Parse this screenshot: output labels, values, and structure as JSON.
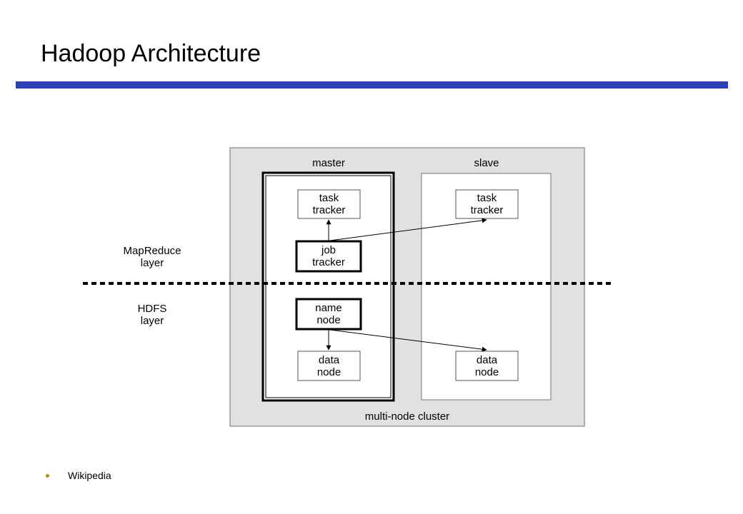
{
  "slide": {
    "title": "Hadoop Architecture",
    "rule_color": "#2d3fb4",
    "caption": "Wikipedia"
  },
  "diagram": {
    "cluster_label": "multi-node cluster",
    "master_label": "master",
    "slave_label": "slave",
    "layers": {
      "mapreduce": [
        "MapReduce",
        "layer"
      ],
      "hdfs": [
        "HDFS",
        "layer"
      ]
    },
    "master_nodes": {
      "task_tracker": [
        "task",
        "tracker"
      ],
      "job_tracker": [
        "job",
        "tracker"
      ],
      "name_node": [
        "name",
        "node"
      ],
      "data_node": [
        "data",
        "node"
      ]
    },
    "slave_nodes": {
      "task_tracker": [
        "task",
        "tracker"
      ],
      "data_node": [
        "data",
        "node"
      ]
    }
  }
}
